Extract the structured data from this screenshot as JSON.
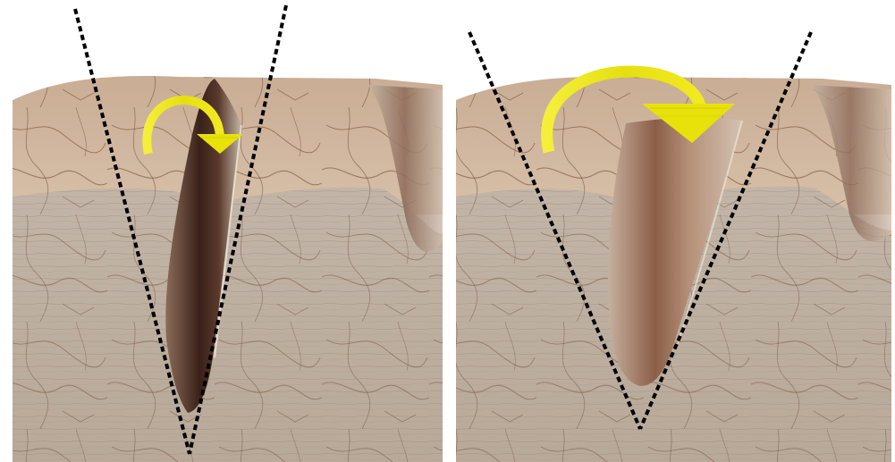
{
  "panels": [
    {
      "id": "narrow-groove",
      "v_angle": "narrow",
      "arrow_size": "small"
    },
    {
      "id": "wide-groove",
      "v_angle": "wide",
      "arrow_size": "large"
    }
  ],
  "colors": {
    "background": "#ffffff",
    "top_surface": "#cdb39b",
    "front_face": "#bdb0a2",
    "groove_shadow": "#4a2c22",
    "crack_lines": "#6b3f25",
    "guide_lines": "#000000",
    "arrow": "#e8e20a"
  },
  "icons": [
    "yellow-curved-arrow-icon",
    "yellow-curved-arrow-icon"
  ]
}
